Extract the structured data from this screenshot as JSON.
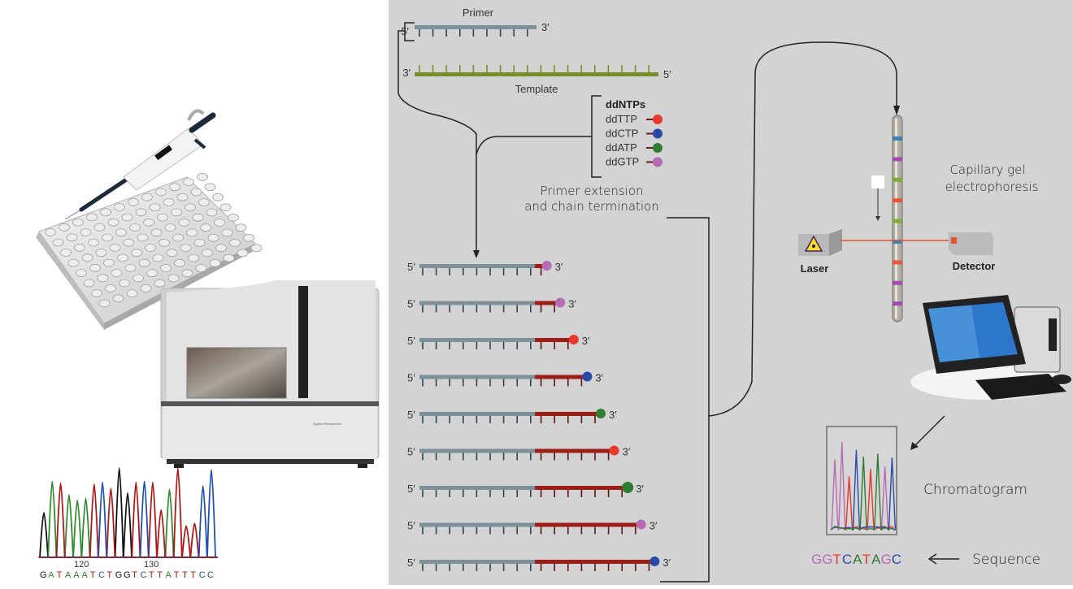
{
  "colors": {
    "T": "#e8392b",
    "C": "#2a4aa8",
    "A": "#2f7d32",
    "G": "#b86bb5",
    "primer": "#7d9199",
    "extension": "#9b1e17",
    "template": "#7a8f2a",
    "panel_bg": "#d3d3d3",
    "laser_beam": "#e55436"
  },
  "primer_setup": {
    "primer_label": "Primer",
    "template_label": "Template",
    "five_prime": "5′",
    "three_prime": "3′"
  },
  "ddntps": {
    "title": "ddNTPs",
    "items": [
      {
        "label": "ddTTP",
        "base": "T"
      },
      {
        "label": "ddCTP",
        "base": "C"
      },
      {
        "label": "ddATP",
        "base": "A"
      },
      {
        "label": "ddGTP",
        "base": "G"
      }
    ]
  },
  "extension_label": [
    "Primer extension",
    "and chain termination"
  ],
  "fragments": [
    {
      "extra_bases": 1,
      "terminator": "G"
    },
    {
      "extra_bases": 2,
      "terminator": "G"
    },
    {
      "extra_bases": 3,
      "terminator": "T"
    },
    {
      "extra_bases": 4,
      "terminator": "C"
    },
    {
      "extra_bases": 5,
      "terminator": "A"
    },
    {
      "extra_bases": 6,
      "terminator": "T"
    },
    {
      "extra_bases": 7,
      "terminator": "A"
    },
    {
      "extra_bases": 8,
      "terminator": "G"
    },
    {
      "extra_bases": 9,
      "terminator": "C"
    }
  ],
  "electrophoresis": {
    "label": [
      "Capillary gel",
      "electrophoresis"
    ],
    "laser_label": "Laser",
    "detector_label": "Detector",
    "bands": [
      "C",
      "G",
      "A",
      "T",
      "A",
      "C",
      "T",
      "G",
      "G"
    ]
  },
  "chromatogram_label": "Chromatogram",
  "sequence": {
    "value": "GGTCATAGC",
    "label": "Sequence"
  },
  "left_trace": {
    "tick_labels": [
      "120",
      "130"
    ],
    "bases": "GATAAATCTGGTCTTATTTCC",
    "base_colors": {
      "G": "#111111",
      "A": "#2e8b2e",
      "T": "#b01515",
      "C": "#1f4fb5"
    }
  }
}
